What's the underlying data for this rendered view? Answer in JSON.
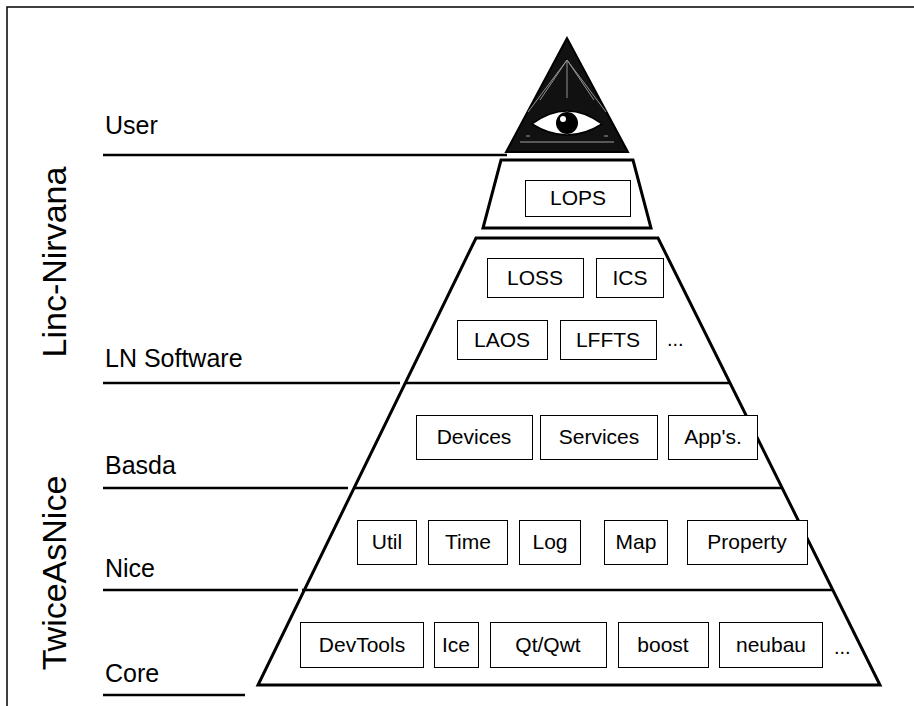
{
  "diagram": {
    "nodes": [
      {
        "text": [
          "LOPS"
        ]
      },
      {
        "text": [
          "LOSS"
        ]
      },
      {
        "text": [
          "ICS"
        ]
      },
      {
        "text": [
          "LAOS"
        ]
      },
      {
        "text": [
          "LFFTS"
        ]
      },
      {
        "text": [
          "Devices"
        ]
      },
      {
        "text": [
          "Services"
        ]
      },
      {
        "text": [
          "App's."
        ]
      },
      {
        "text": [
          "Util"
        ]
      },
      {
        "text": [
          "Time"
        ]
      },
      {
        "text": [
          "Log"
        ]
      },
      {
        "text": [
          "Map"
        ]
      },
      {
        "text": [
          "Property"
        ]
      },
      {
        "text": [
          "DevTools"
        ]
      },
      {
        "text": [
          "Ice"
        ]
      },
      {
        "text": [
          "Qt/Qwt"
        ]
      },
      {
        "text": [
          "boost"
        ]
      },
      {
        "text": [
          "neubau"
        ]
      }
    ],
    "labels": [
      "Linc-Nirvana",
      "TwiceAsNice",
      "User",
      "LN Software",
      "Basda",
      "Nice",
      "Core",
      "...",
      "..."
    ]
  }
}
